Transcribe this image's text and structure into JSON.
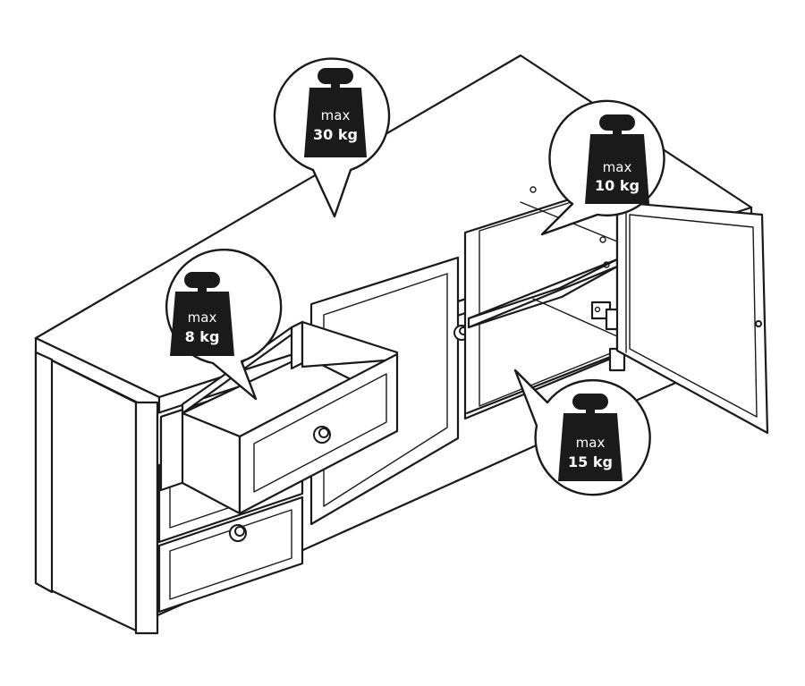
{
  "labels": {
    "top": {
      "max": "max",
      "value": "30 kg"
    },
    "shelf_upper": {
      "max": "max",
      "value": "10 kg"
    },
    "drawer": {
      "max": "max",
      "value": "8 kg"
    },
    "shelf_lower": {
      "max": "max",
      "value": "15 kg"
    }
  },
  "colors": {
    "line": "#1a1a1a",
    "weight": "#1a1a1a",
    "background": "#ffffff"
  },
  "icons": [
    "weight-icon",
    "speech-bubble",
    "hinge-icon",
    "knob"
  ]
}
